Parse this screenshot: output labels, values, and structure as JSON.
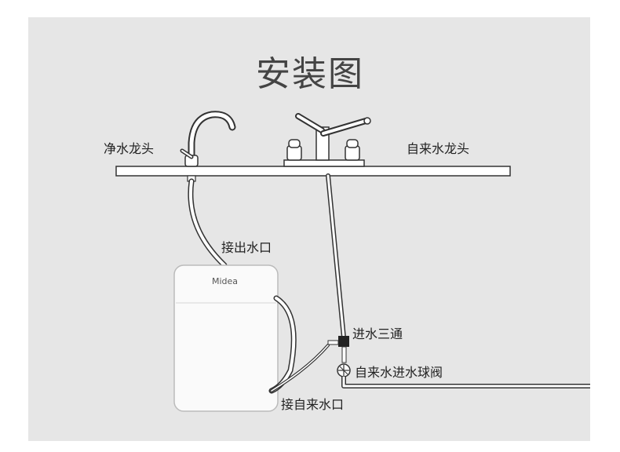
{
  "title": "安装图",
  "labels": {
    "purified_faucet": "净水龙头",
    "tap_faucet": "自来水龙头",
    "outlet_connection": "接出水口",
    "inlet_tee": "进水三通",
    "tap_inlet_ball_valve": "自来水进水球阀",
    "tap_inlet_connection": "接自来水口"
  },
  "purifier": {
    "brand": "Midea"
  }
}
